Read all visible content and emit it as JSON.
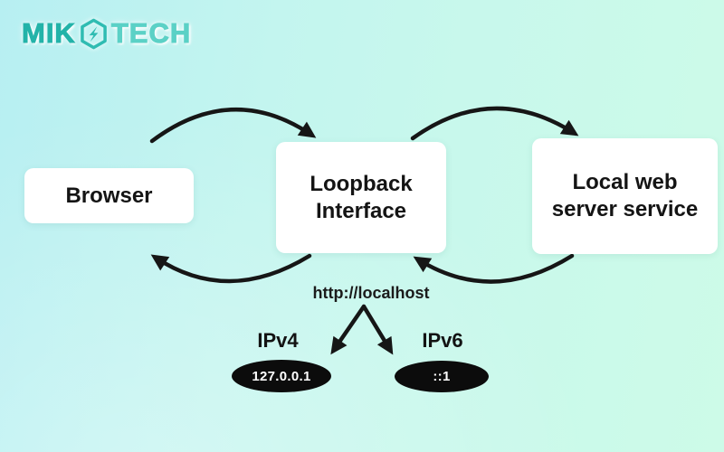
{
  "logo": {
    "text_primary": "MIK",
    "text_secondary": "TECH",
    "icon": "hexagon-bolt",
    "color_primary": "#23b3a9",
    "color_secondary": "#5bd1c6"
  },
  "diagram": {
    "nodes": {
      "browser": {
        "label": "Browser"
      },
      "loopback": {
        "line1": "Loopback",
        "line2": "Interface"
      },
      "server": {
        "line1": "Local web",
        "line2": "server service"
      }
    },
    "url_label": "http://localhost",
    "ip_versions": {
      "ipv4": {
        "label": "IPv4",
        "address": "127.0.0.1"
      },
      "ipv6": {
        "label": "IPv6",
        "address": "::1"
      }
    },
    "arrow_color": "#161616",
    "node_background": "#ffffff",
    "oval_background": "#0c0c0c",
    "oval_text_color": "#ffffff"
  },
  "background": {
    "gradient_start": "#b7eff2",
    "gradient_mid": "#c8f8ec",
    "gradient_end": "#cdfbe8"
  }
}
